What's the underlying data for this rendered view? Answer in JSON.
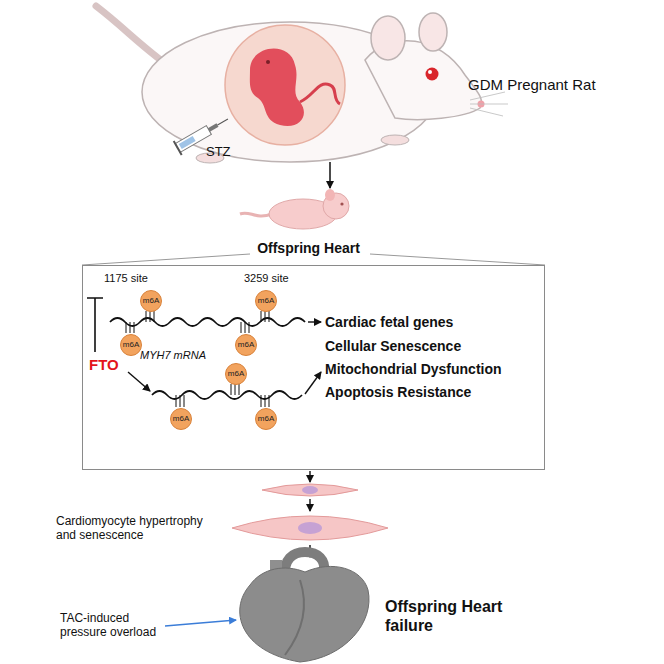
{
  "diagram": {
    "nodes": [
      {
        "text": [
          "Offspring Heart"
        ]
      },
      {
        "text": [
          "m6A"
        ],
        "in": 0
      },
      {
        "text": [
          "m6A"
        ],
        "in": 0
      },
      {
        "text": [
          "m6A"
        ],
        "in": 0
      },
      {
        "text": [
          "m6A"
        ],
        "in": 0
      },
      {
        "text": [
          "m6A"
        ],
        "in": 0
      },
      {
        "text": [
          "m6A"
        ],
        "in": 0
      },
      {
        "text": [
          "m6A"
        ],
        "in": 0
      }
    ],
    "labels": [
      "GDM Pregnant Rat",
      "STZ",
      "1175 site",
      "3259 site",
      "Cardiac fetal genes",
      "FTO",
      "MYH7 mRNA",
      "Cellular Senescence",
      "Mitochondrial Dysfunction",
      "Apoptosis Resistance",
      "Cardiomyocyte hypertrophy and senescence",
      "TAC-induced pressure overload",
      "Offspring Heart failure"
    ]
  }
}
